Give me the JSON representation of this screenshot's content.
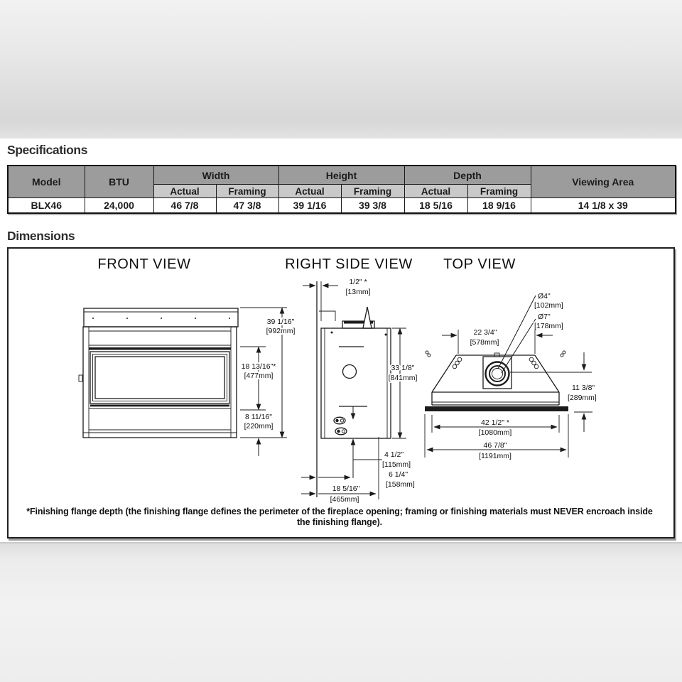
{
  "page": {
    "spec_title": "Specifications",
    "dims_title": "Dimensions",
    "footnote": "*Finishing flange depth (the finishing flange defines the perimeter of the fireplace opening; framing or finishing materials must NEVER encroach inside the finishing flange)."
  },
  "spec_table": {
    "headers": {
      "model": "Model",
      "btu": "BTU",
      "width": "Width",
      "height": "Height",
      "depth": "Depth",
      "viewing_area": "Viewing Area",
      "actual": "Actual",
      "framing": "Framing"
    },
    "row": {
      "model": "BLX46",
      "btu": "24,000",
      "width_actual": "46 7/8",
      "width_framing": "47 3/8",
      "height_actual": "39 1/16",
      "height_framing": "39 3/8",
      "depth_actual": "18 5/16",
      "depth_framing": "18 9/16",
      "viewing_area": "14 1/8 x 39"
    }
  },
  "views": {
    "front": "FRONT VIEW",
    "side": "RIGHT SIDE VIEW",
    "top": "TOP VIEW"
  },
  "dims": {
    "front_total_height": {
      "in": "39 1/16\"",
      "mm": "[992mm]"
    },
    "front_opening_height": {
      "in": "18 13/16\"*",
      "mm": "[477mm]"
    },
    "front_bottom_height": {
      "in": "8 11/16\"",
      "mm": "[220mm]"
    },
    "side_flange_depth": {
      "in": "1/2\"  *",
      "mm": "[13mm]"
    },
    "side_body_height": {
      "in": "33 1/8\"",
      "mm": "[841mm]"
    },
    "side_gas_height": {
      "in": "4 1/2\"",
      "mm": "[115mm]"
    },
    "side_gas_depth": {
      "in": "6 1/4\"",
      "mm": "[158mm]"
    },
    "side_depth": {
      "in": "18 5/16\"",
      "mm": "[465mm]"
    },
    "top_flue_inner": {
      "in": "Ø4\"",
      "mm": "[102mm]"
    },
    "top_flue_outer": {
      "in": "Ø7\"",
      "mm": "[178mm]"
    },
    "top_rear_width": {
      "in": "22 3/4\"",
      "mm": "[578mm]"
    },
    "top_depth": {
      "in": "11 3/8\"",
      "mm": "[289mm]"
    },
    "top_opening_width": {
      "in": "42 1/2\"  *",
      "mm": "[1080mm]"
    },
    "top_total_width": {
      "in": "46 7/8\"",
      "mm": "[1191mm]"
    }
  },
  "colors": {
    "header_bg": "#9c9c9c",
    "subheader_bg": "#c9c9c9",
    "line": "#1b1b1b"
  }
}
